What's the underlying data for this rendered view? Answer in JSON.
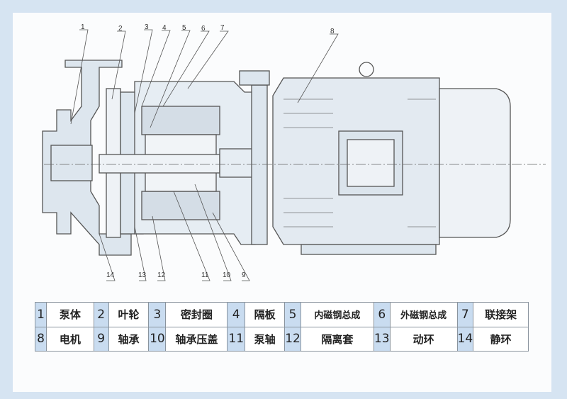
{
  "diagram": {
    "callouts_top": [
      "1",
      "2",
      "3",
      "4",
      "5",
      "6",
      "7",
      "8"
    ],
    "callouts_bottom": [
      "14",
      "13",
      "12",
      "11",
      "10",
      "9"
    ]
  },
  "parts_table": {
    "rows": [
      [
        {
          "num": "1",
          "name": "泵体"
        },
        {
          "num": "2",
          "name": "叶轮"
        },
        {
          "num": "3",
          "name": "密封圈"
        },
        {
          "num": "4",
          "name": "隔板"
        },
        {
          "num": "5",
          "name": "内磁钢总成"
        },
        {
          "num": "6",
          "name": "外磁钢总成"
        },
        {
          "num": "7",
          "name": "联接架"
        }
      ],
      [
        {
          "num": "8",
          "name": "电机"
        },
        {
          "num": "9",
          "name": "轴承"
        },
        {
          "num": "10",
          "name": "轴承压盖"
        },
        {
          "num": "11",
          "name": "泵轴"
        },
        {
          "num": "12",
          "name": "隔离套"
        },
        {
          "num": "13",
          "name": "动环"
        },
        {
          "num": "14",
          "name": "静环"
        }
      ]
    ]
  },
  "colors": {
    "background": "#d6e4f2",
    "number_cell": "#c9dcf0",
    "line": "#555555",
    "fill": "#dde6ee"
  }
}
